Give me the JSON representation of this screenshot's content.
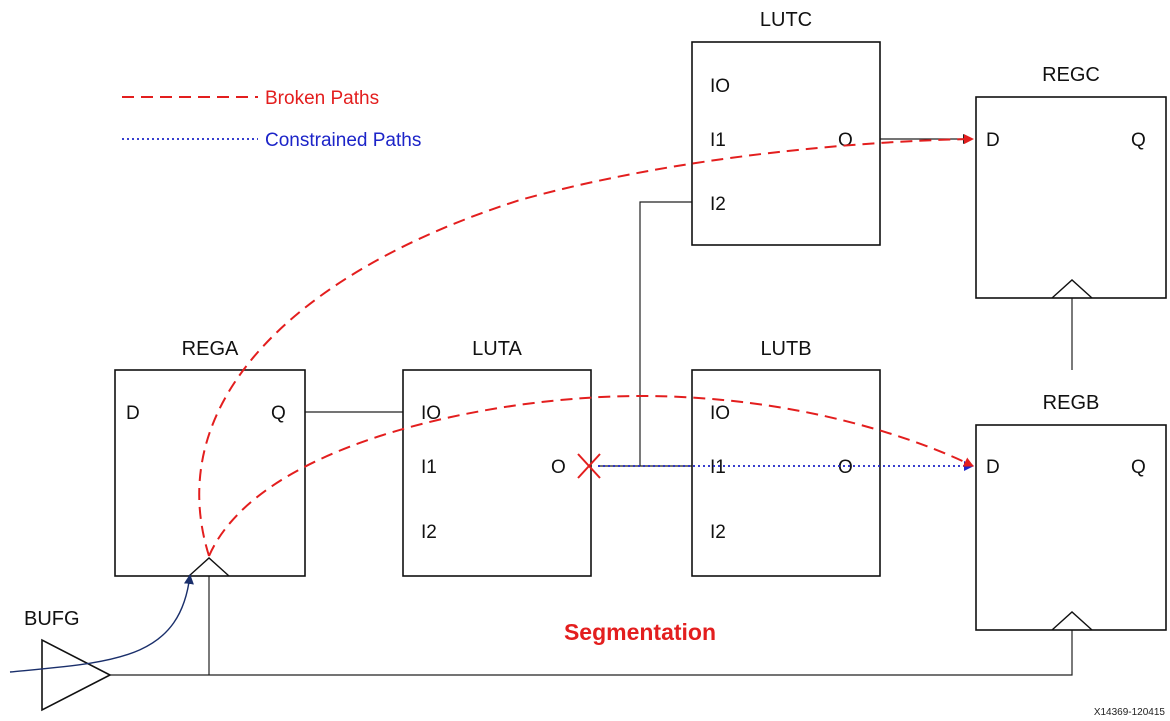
{
  "legend": {
    "broken_label": "Broken Paths",
    "constrained_label": "Constrained Paths"
  },
  "blocks": {
    "lutc": {
      "title": "LUTC",
      "pins": [
        "IO",
        "I1",
        "I2",
        "O"
      ]
    },
    "regc": {
      "title": "REGC",
      "pins": [
        "D",
        "Q"
      ]
    },
    "rega": {
      "title": "REGA",
      "pins": [
        "D",
        "Q"
      ]
    },
    "luta": {
      "title": "LUTA",
      "pins": [
        "IO",
        "I1",
        "I2",
        "O"
      ]
    },
    "lutb": {
      "title": "LUTB",
      "pins": [
        "IO",
        "I1",
        "I2",
        "O"
      ]
    },
    "regb": {
      "title": "REGB",
      "pins": [
        "D",
        "Q"
      ]
    },
    "bufg": {
      "title": "BUFG"
    }
  },
  "caption": "Segmentation",
  "figure_id": "X14369-120415",
  "colors": {
    "broken": "#e31e1e",
    "constrained": "#1c24c8",
    "clock": "#1a2f6b",
    "wire": "#222222"
  }
}
